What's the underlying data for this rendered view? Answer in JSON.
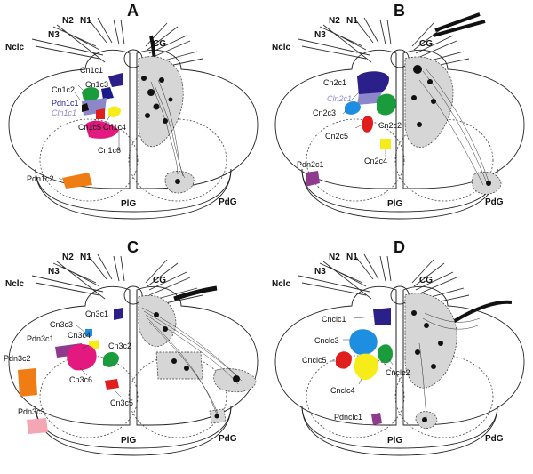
{
  "figure": {
    "panels": [
      {
        "id": "A",
        "label": "A",
        "nerves": {
          "nclc": "Nclc",
          "n1": "N1",
          "n2": "N2",
          "n3": "N3"
        },
        "ganglia": {
          "cg": "CG",
          "plg": "PlG",
          "pdg": "PdG"
        },
        "cells": [
          {
            "name": "Cn1c1",
            "color": "#2b1f8a"
          },
          {
            "name": "Cn1c2",
            "color": "#111111"
          },
          {
            "name": "Cn1c3",
            "color": "#1a9b3c"
          },
          {
            "name": "Pdn1c1",
            "color": "#1a1a8a"
          },
          {
            "name": "Cln1c1",
            "color": "#8b87c9"
          },
          {
            "name": "Cn1c4",
            "color": "#f5ec1a"
          },
          {
            "name": "Cn1c5",
            "color": "#e01e1e"
          },
          {
            "name": "Cn1c6",
            "color": "#e3197f"
          },
          {
            "name": "Pdn1c2",
            "color": "#ef7d14"
          }
        ]
      },
      {
        "id": "B",
        "label": "B",
        "nerves": {
          "nclc": "Nclc",
          "n1": "N1",
          "n2": "N2",
          "n3": "N3"
        },
        "ganglia": {
          "cg": "CG",
          "plg": "PlG",
          "pdg": "PdG"
        },
        "cells": [
          {
            "name": "Cn2c1",
            "color": "#2b1f8a"
          },
          {
            "name": "Cln2c1",
            "color": "#8b87c9"
          },
          {
            "name": "Cn2c3",
            "color": "#1e8fe0"
          },
          {
            "name": "Cn2c2",
            "color": "#1a9b3c"
          },
          {
            "name": "Cn2c5",
            "color": "#e01e1e"
          },
          {
            "name": "Cn2c4",
            "color": "#f5ec1a"
          },
          {
            "name": "Pdn2c1",
            "color": "#8e3b8e"
          }
        ]
      },
      {
        "id": "C",
        "label": "C",
        "nerves": {
          "nclc": "Nclc",
          "n1": "N1",
          "n2": "N2",
          "n3": "N3"
        },
        "ganglia": {
          "cg": "CG",
          "plg": "PlG",
          "pdg": "PdG"
        },
        "cells": [
          {
            "name": "Cn3c1",
            "color": "#2b1f8a"
          },
          {
            "name": "Cn3c3",
            "color": "#1e8fe0"
          },
          {
            "name": "Pdn3c1",
            "color": "#8e3b8e"
          },
          {
            "name": "Cn3c4",
            "color": "#f5ec1a"
          },
          {
            "name": "Pdn3c2",
            "color": "#ef7d14"
          },
          {
            "name": "Cn3c2",
            "color": "#1a9b3c"
          },
          {
            "name": "Cn3c6",
            "color": "#e3197f"
          },
          {
            "name": "Cn3c5",
            "color": "#e01e1e"
          },
          {
            "name": "Pdn3c3",
            "color": "#f4a6b2"
          }
        ]
      },
      {
        "id": "D",
        "label": "D",
        "nerves": {
          "nclc": "Nclc",
          "n1": "N1",
          "n2": "N2",
          "n3": "N3"
        },
        "ganglia": {
          "cg": "CG",
          "plg": "PlG",
          "pdg": "PdG"
        },
        "cells": [
          {
            "name": "Cnclc1",
            "color": "#2b1f8a"
          },
          {
            "name": "Cnclc3",
            "color": "#1e8fe0"
          },
          {
            "name": "Cnclc5",
            "color": "#e01e1e"
          },
          {
            "name": "Cnclc2",
            "color": "#1a9b3c"
          },
          {
            "name": "Cnclc4",
            "color": "#f5ec1a"
          },
          {
            "name": "Pdnclc1",
            "color": "#8e3b8e"
          }
        ]
      }
    ]
  }
}
